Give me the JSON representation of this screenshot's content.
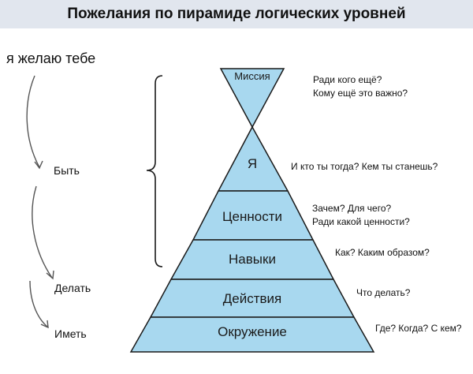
{
  "title": "Пожелания по пирамиде логических уровней",
  "left": {
    "intro": "я желаю тебе",
    "steps": [
      "Быть",
      "Делать",
      "Иметь"
    ]
  },
  "levels": [
    {
      "label": "Миссия",
      "question": [
        "Ради кого ещё?",
        "Кому ещё это важно?"
      ]
    },
    {
      "label": "Я",
      "question": [
        "И кто ты тогда? Кем ты станешь?"
      ]
    },
    {
      "label": "Ценности",
      "question": [
        "Зачем? Для чего?",
        "Ради какой ценности?"
      ]
    },
    {
      "label": "Навыки",
      "question": [
        "Как? Каким образом?"
      ]
    },
    {
      "label": "Действия",
      "question": [
        "Что делать?"
      ]
    },
    {
      "label": "Окружение",
      "question": [
        "Где? Когда? С кем?"
      ]
    }
  ],
  "colors": {
    "fill": "#a8d8ef",
    "stroke": "#1a1a1a",
    "title_bg": "#e1e6ee"
  }
}
